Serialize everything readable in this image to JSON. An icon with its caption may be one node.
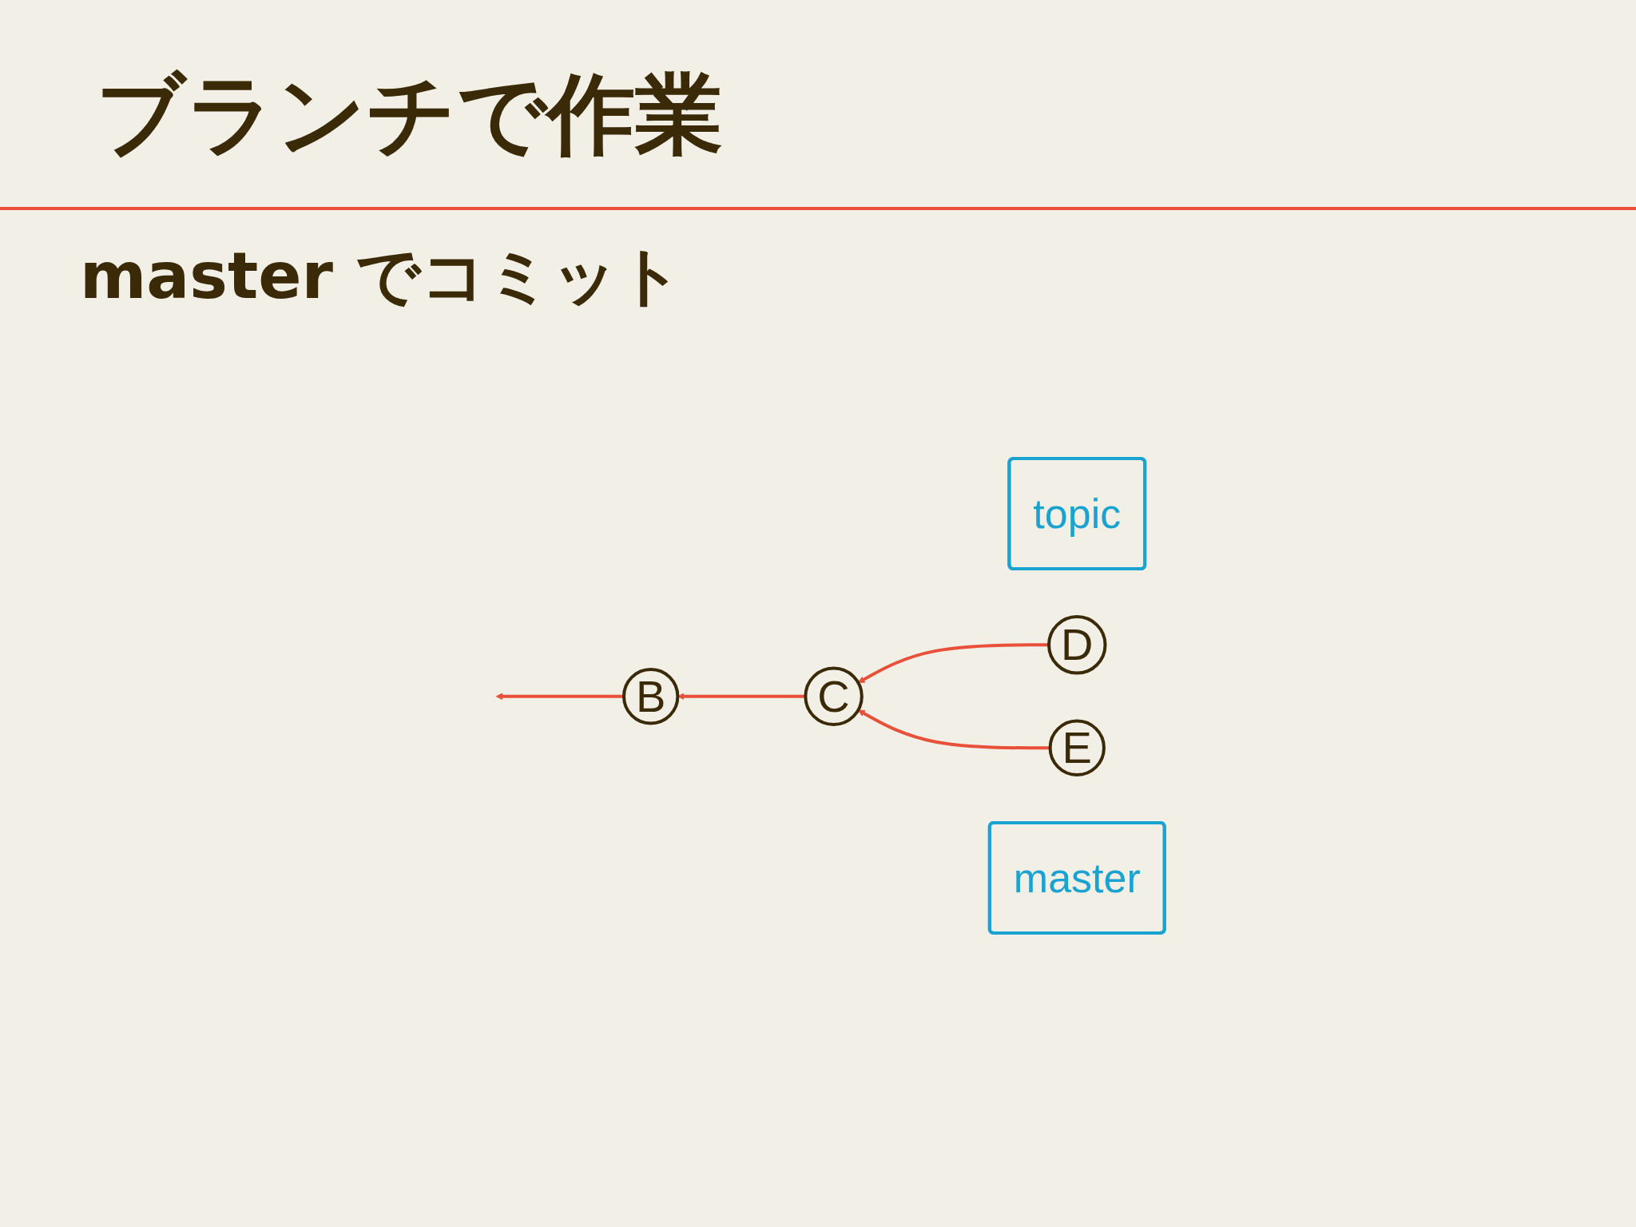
{
  "diagram": {
    "title": "ブランチで作業",
    "nodes": [
      {
        "text": [
          "topic"
        ]
      },
      {
        "text": [
          "D"
        ]
      },
      {
        "text": [
          "B"
        ]
      },
      {
        "text": [
          "C"
        ]
      },
      {
        "text": [
          "E"
        ]
      },
      {
        "text": [
          "master"
        ]
      }
    ],
    "edges": [
      {
        "from": 2,
        "to": null,
        "arrow": "to"
      },
      {
        "from": 3,
        "to": 2,
        "arrow": "to"
      },
      {
        "from": 1,
        "to": 3,
        "arrow": "to"
      },
      {
        "from": 4,
        "to": 3,
        "arrow": "to"
      }
    ],
    "labels": [
      "master でコミット"
    ]
  }
}
